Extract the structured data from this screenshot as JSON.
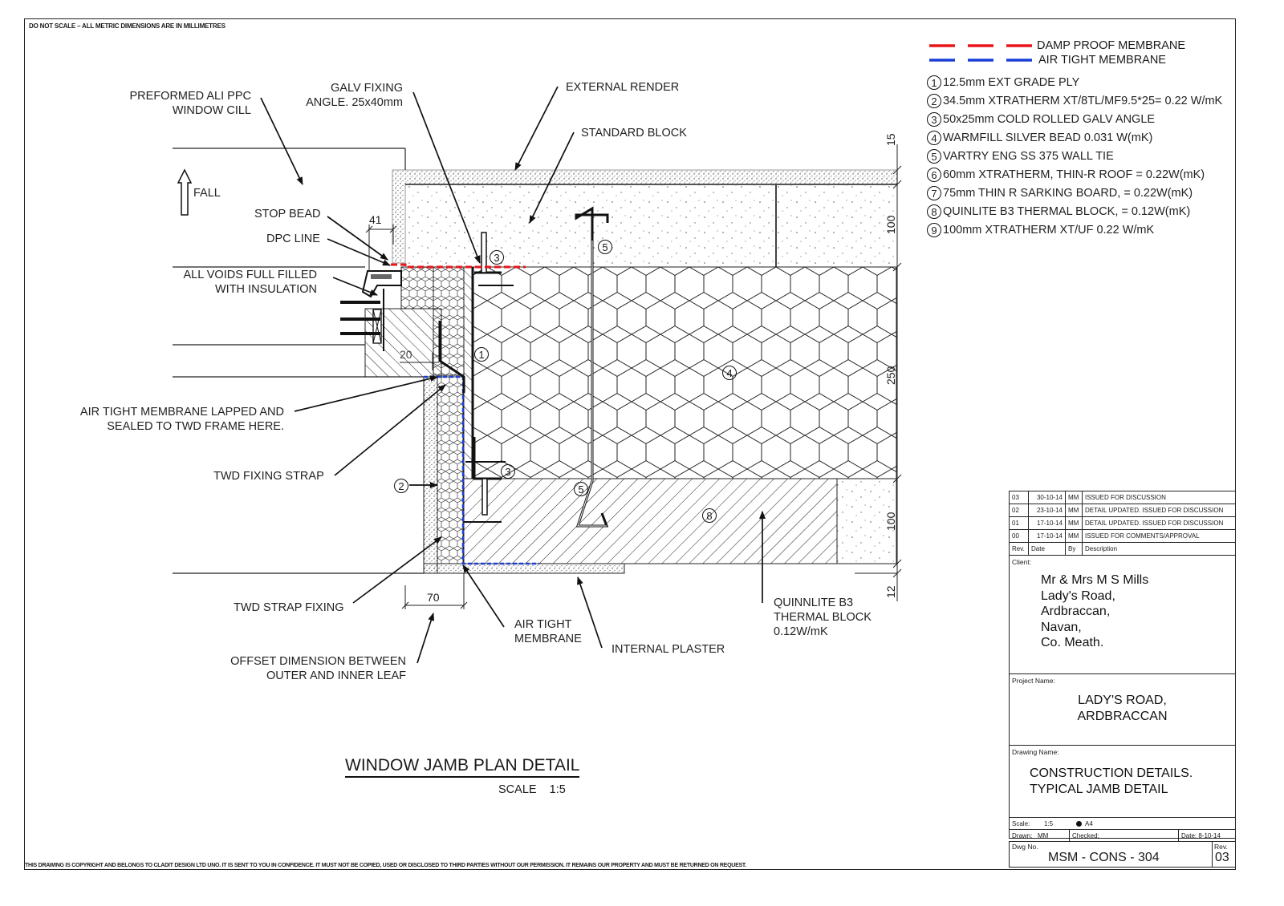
{
  "sheet": {
    "header_note": "DO NOT SCALE – ALL METRIC DIMENSIONS ARE IN MILLIMETRES",
    "footer_note": "THIS DRAWING IS COPYRIGHT AND BELONGS TO CLADIT DESIGN LTD UNO. IT IS SENT TO YOU IN CONFIDENCE. IT MUST NOT BE COPIED, USED OR DISCLOSED TO THIRD PARTIES WITHOUT OUR PERMISSION. IT REMAINS OUR PROPERTY AND MUST BE RETURNED ON REQUEST."
  },
  "colors": {
    "damp_proof_membrane": "#e8161b",
    "air_tight_membrane": "#1a3fd6",
    "line": "#1a1a1a"
  },
  "legend": {
    "membranes": [
      {
        "label": "DAMP PROOF MEMBRANE",
        "color_key": "damp_proof_membrane"
      },
      {
        "label": "AIR TIGHT MEMBRANE",
        "color_key": "air_tight_membrane"
      }
    ],
    "items": [
      {
        "num": "1",
        "text": "12.5mm EXT GRADE PLY"
      },
      {
        "num": "2",
        "text": "34.5mm XTRATHERM XT/8TL/MF9.5*25= 0.22 W/mK"
      },
      {
        "num": "3",
        "text": "50x25mm COLD ROLLED GALV ANGLE"
      },
      {
        "num": "4",
        "text": "WARMFILL SILVER BEAD 0.031 W(mK)"
      },
      {
        "num": "5",
        "text": "VARTRY ENG SS 375 WALL TIE"
      },
      {
        "num": "6",
        "text": "60mm XTRATHERM, THIN-R ROOF = 0.22W(mK)"
      },
      {
        "num": "7",
        "text": "75mm THIN R SARKING BOARD, = 0.22W(mK)"
      },
      {
        "num": "8",
        "text": "QUINLITE B3 THERMAL BLOCK, = 0.12W(mK)"
      },
      {
        "num": "9",
        "text": "100mm XTRATHERM XT/UF 0.22 W/mK"
      }
    ]
  },
  "annotations": {
    "window_cill": [
      "PREFORMED ALI PPC",
      "WINDOW CILL"
    ],
    "galv_angle": [
      "GALV FIXING",
      "ANGLE. 25x40mm"
    ],
    "external_render": "EXTERNAL RENDER",
    "standard_block": "STANDARD BLOCK",
    "fall": "FALL",
    "stop_bead": "STOP BEAD",
    "dpc_line": "DPC LINE",
    "voids": [
      "ALL VOIDS FULL FILLED",
      "WITH INSULATION"
    ],
    "air_tight_lapped": [
      "AIR TIGHT MEMBRANE LAPPED AND",
      "SEALED TO TWD  FRAME HERE."
    ],
    "twd_fixing_strap": "TWD FIXING STRAP",
    "twd_strap_fixing": "TWD STRAP FIXING",
    "offset_dimension": [
      "OFFSET DIMENSION BETWEEN",
      "OUTER AND INNER LEAF"
    ],
    "air_tight_membrane": [
      "AIR TIGHT",
      "MEMBRANE"
    ],
    "internal_plaster": "INTERNAL PLASTER",
    "quinnlite": [
      "QUINNLITE B3",
      "THERMAL BLOCK",
      "0.12W/mK"
    ]
  },
  "dimensions": {
    "d41": "41",
    "d20": "20",
    "d70": "70",
    "d15": "15",
    "d100a": "100",
    "d250": "250",
    "d100b": "100",
    "d12": "12"
  },
  "callouts": {
    "c1": "1",
    "c2": "2",
    "c3a": "3",
    "c3b": "3",
    "c4": "4",
    "c5a": "5",
    "c5b": "5",
    "c8": "8"
  },
  "drawing_title": {
    "title": "WINDOW JAMB PLAN DETAIL",
    "scale": "SCALE    1:5"
  },
  "title_block": {
    "revisions": [
      {
        "rev": "03",
        "date": "30-10-14",
        "by": "MM",
        "desc": "ISSUED FOR DISCUSSION"
      },
      {
        "rev": "02",
        "date": "23-10-14",
        "by": "MM",
        "desc": "DETAIL UPDATED. ISSUED FOR DISCUSSION"
      },
      {
        "rev": "01",
        "date": "17-10-14",
        "by": "MM",
        "desc": "DETAIL UPDATED. ISSUED FOR DISCUSSION"
      },
      {
        "rev": "00",
        "date": "17-10-14",
        "by": "MM",
        "desc": "ISSUED FOR COMMENTS/APPROVAL"
      }
    ],
    "rev_header": {
      "rev": "Rev.",
      "date": "Date",
      "by": "By",
      "desc": "Description"
    },
    "client_label": "Client:",
    "client_lines": [
      "Mr & Mrs M S Mills",
      "Lady's Road,",
      "Ardbraccan,",
      "Navan,",
      "Co. Meath."
    ],
    "project_label": "Project Name:",
    "project_lines": [
      "LADY'S ROAD,",
      "ARDBRACCAN"
    ],
    "drawing_label": "Drawing Name:",
    "drawing_lines": [
      "CONSTRUCTION DETAILS.",
      "TYPICAL JAMB DETAIL"
    ],
    "scale_label": "Scale:",
    "scale_value": "1:5",
    "paper": "A4",
    "drawn_label": "Drawn:",
    "drawn_value": "MM",
    "checked_label": "Checked:",
    "date_label": "Date: 8-10-14",
    "dwg_no_label": "Dwg No.",
    "dwg_no": "MSM - CONS - 304",
    "rev_label": "Rev.",
    "rev_value": "03"
  }
}
